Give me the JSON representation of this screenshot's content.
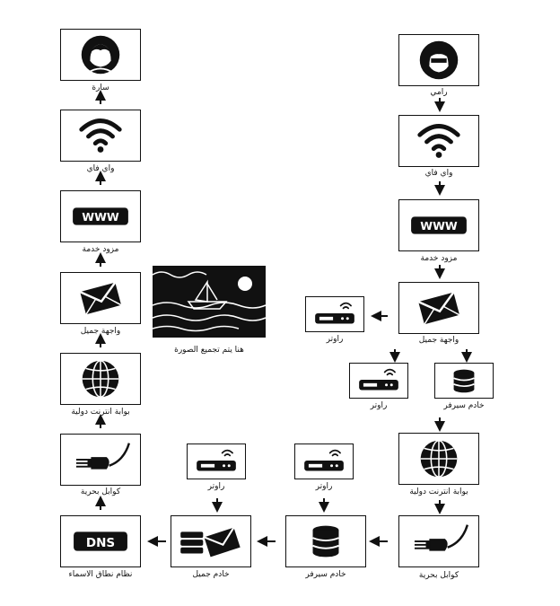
{
  "labels": {
    "sara": "سارة",
    "wifi_left": "واي فاي",
    "isp_left": "مزود خدمة",
    "email_if_left": "واجهة جميل",
    "gateway_left": "بوابة انترنت دولية",
    "cables_left": "كوابل بحرية",
    "dns": "نظام نطاق الاسماء",
    "email_server": "خادم جميل",
    "router_b1": "راوتر",
    "server_bottom": "خادم  سيرفر",
    "router_b2": "راوتر",
    "photo_caption": "هنا يتم تجميع الصورة",
    "rami": "رامي",
    "wifi_right": "واي فاي",
    "isp_right": "مزود خدمة",
    "email_if_right": "واجهة جميل",
    "router_side": "راوتر",
    "router_mid": "راوتر",
    "server_right": "خادم  سيرفر",
    "gateway_right": "بوابة انترنت دولية",
    "cables_right": "كوابل بحرية"
  },
  "icons": {
    "www_text": "WWW",
    "dns_text": "DNS"
  }
}
